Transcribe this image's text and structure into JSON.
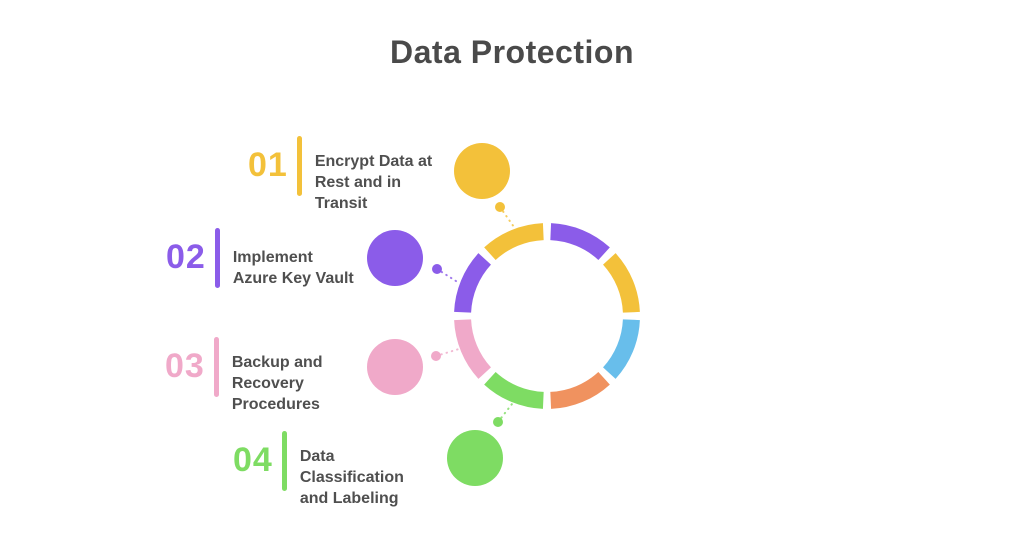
{
  "title": "Data Protection",
  "title_color": "#4a4a4a",
  "text_color": "#4f4f4f",
  "background": "#ffffff",
  "steps": [
    {
      "number": "01",
      "color": "#F3C13A",
      "lines": [
        "Encrypt Data at",
        "Rest and in",
        "Transit"
      ]
    },
    {
      "number": "02",
      "color": "#8B5CE9",
      "lines": [
        "Implement",
        "Azure Key Vault"
      ]
    },
    {
      "number": "03",
      "color": "#F0A9C9",
      "lines": [
        "Backup and",
        "Recovery",
        "Procedures"
      ]
    },
    {
      "number": "04",
      "color": "#7EDC63",
      "lines": [
        "Data",
        "Classification",
        "and Labeling"
      ]
    }
  ],
  "ring": {
    "segments": [
      {
        "position": "top-right",
        "color": "#8B5CE9"
      },
      {
        "position": "right-upper",
        "color": "#F3C13A"
      },
      {
        "position": "right-lower",
        "color": "#68BEEB"
      },
      {
        "position": "bottom-right",
        "color": "#F0925F"
      },
      {
        "position": "bottom-left",
        "color": "#7EDC63"
      },
      {
        "position": "left-lower",
        "color": "#F0A9C9"
      },
      {
        "position": "left-upper",
        "color": "#8B5CE9"
      },
      {
        "position": "top-left",
        "color": "#F3C13A"
      }
    ]
  }
}
